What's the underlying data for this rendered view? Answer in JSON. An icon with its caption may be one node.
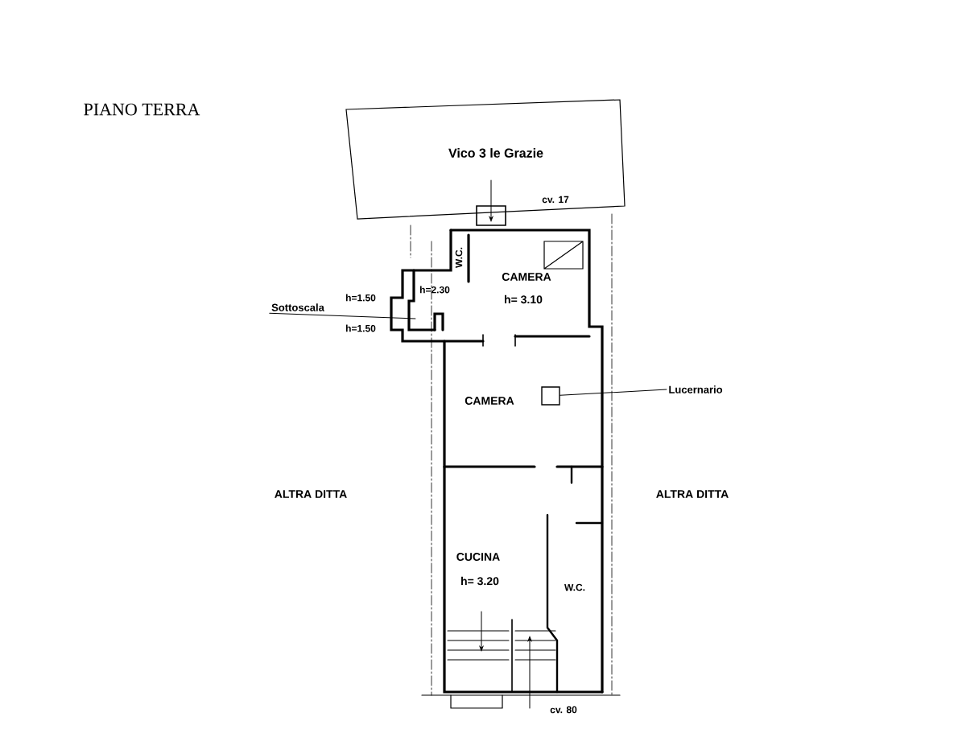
{
  "diagram": {
    "title": "PIANO TERRA",
    "nodes": [
      {
        "text": [
          "Sottoscala"
        ]
      },
      {
        "text": [
          "Lucernario"
        ]
      },
      {
        "text": [],
        "shape": "box"
      }
    ],
    "edges": [
      {
        "from": 0,
        "to": null,
        "arrow": "none"
      },
      {
        "from": 1,
        "to": 2,
        "arrow": "none"
      }
    ],
    "labels": [
      "Vico 3 le Grazie",
      "cv. 17",
      "W.C.",
      "h=1.50",
      "CAMERA",
      "h=2.30",
      "h= 3.10",
      "h=1.50",
      "CAMERA",
      "ALTRA DITTA",
      "ALTRA DITTA",
      "CUCINA",
      "h= 3.20",
      "W.C.",
      "cv. 80"
    ]
  }
}
